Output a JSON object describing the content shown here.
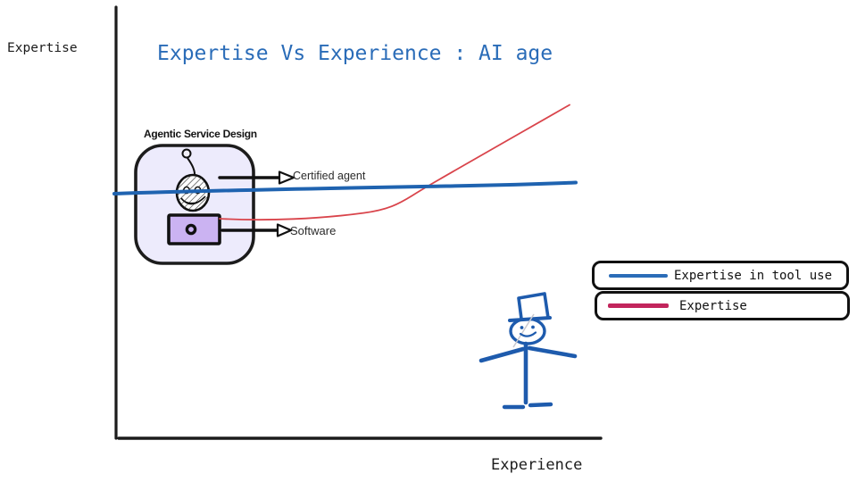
{
  "title": {
    "text": "Expertise Vs Experience : AI age",
    "color": "#2a6cb8"
  },
  "axes": {
    "y_label": "Expertise",
    "x_label": "Experience"
  },
  "diagram": {
    "box_label": "Agentic Service Design",
    "arrow_labels": {
      "certified_agent": "Certified agent",
      "software": "Software"
    },
    "icons": {
      "robot": "robot-face-doodle-icon",
      "laptop": "laptop-doodle-icon",
      "person": "stick-figure-top-hat-doodle"
    },
    "box_fill": "#edebfc",
    "laptop_fill": "#cbb3f2"
  },
  "legend": {
    "items": [
      {
        "label": "Expertise in tool use",
        "color": "#2b6cb8"
      },
      {
        "label": "Expertise",
        "color": "#c2255c"
      }
    ]
  },
  "colors": {
    "line_blue": "#1f63b0",
    "line_red": "#d9444b",
    "sketch_black": "#1c1c1c",
    "figure_blue": "#1e5bad"
  },
  "chart_data": {
    "type": "line",
    "title": "Expertise Vs Experience : AI age",
    "xlabel": "Experience",
    "ylabel": "Expertise",
    "grid": false,
    "axis_ticks": "none (qualitative hand-drawn sketch, unlabeled axes)",
    "legend_position": "right-middle, two stacked rounded boxes",
    "series": [
      {
        "name": "Expertise in tool use",
        "color": "#1f63b0",
        "shape": "nearly flat line with slight upward slope spanning full x range",
        "points_norm": [
          [
            0.0,
            0.57
          ],
          [
            0.5,
            0.58
          ],
          [
            0.96,
            0.59
          ]
        ]
      },
      {
        "name": "Expertise",
        "color": "#d9444b",
        "shape": "starts flat at x≈0.22, knee near x≈0.58, then steep linear rise; crosses blue line at x≈0.63",
        "points_norm": [
          [
            0.22,
            0.51
          ],
          [
            0.37,
            0.507
          ],
          [
            0.52,
            0.524
          ],
          [
            0.58,
            0.545
          ],
          [
            0.64,
            0.582
          ],
          [
            0.73,
            0.633
          ],
          [
            0.84,
            0.706
          ],
          [
            0.94,
            0.773
          ]
        ]
      }
    ],
    "annotations": [
      "Rounded 'Agentic Service Design' box with robot-face and laptop doodles at left, where both lines begin",
      "Arrow from robot doodle pointing right to label 'Certified agent' (at blue line level)",
      "Arrow from laptop doodle pointing right to label 'Software' (at red line start level)",
      "Blue stick figure wearing a top hat drawn below the lines near x≈0.85"
    ]
  }
}
